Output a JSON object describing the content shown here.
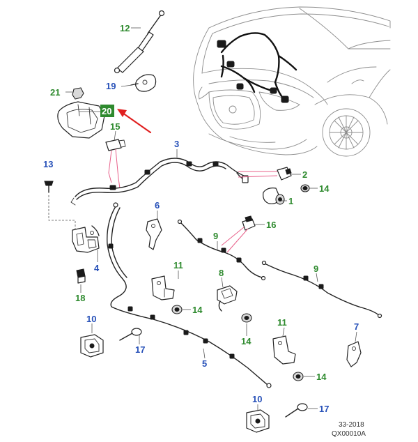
{
  "callouts": [
    {
      "id": "c12",
      "number": "12",
      "color": "green"
    },
    {
      "id": "c19",
      "number": "19",
      "color": "blue"
    },
    {
      "id": "c21",
      "number": "21",
      "color": "green"
    },
    {
      "id": "c20",
      "number": "20",
      "color": "green-badge"
    },
    {
      "id": "c15",
      "number": "15",
      "color": "green"
    },
    {
      "id": "c3",
      "number": "3",
      "color": "blue"
    },
    {
      "id": "c2",
      "number": "2",
      "color": "green"
    },
    {
      "id": "c14a",
      "number": "14",
      "color": "green"
    },
    {
      "id": "c1",
      "number": "1",
      "color": "green"
    },
    {
      "id": "c13",
      "number": "13",
      "color": "blue"
    },
    {
      "id": "c6",
      "number": "6",
      "color": "blue"
    },
    {
      "id": "c16",
      "number": "16",
      "color": "green"
    },
    {
      "id": "c9a",
      "number": "9",
      "color": "green"
    },
    {
      "id": "c4",
      "number": "4",
      "color": "blue"
    },
    {
      "id": "c11a",
      "number": "11",
      "color": "green"
    },
    {
      "id": "c8",
      "number": "8",
      "color": "green"
    },
    {
      "id": "c9b",
      "number": "9",
      "color": "green"
    },
    {
      "id": "c18",
      "number": "18",
      "color": "green"
    },
    {
      "id": "c14b",
      "number": "14",
      "color": "green"
    },
    {
      "id": "c10a",
      "number": "10",
      "color": "blue"
    },
    {
      "id": "c7",
      "number": "7",
      "color": "blue"
    },
    {
      "id": "c14c",
      "number": "14",
      "color": "green"
    },
    {
      "id": "c11b",
      "number": "11",
      "color": "green"
    },
    {
      "id": "c17a",
      "number": "17",
      "color": "blue"
    },
    {
      "id": "c5",
      "number": "5",
      "color": "blue"
    },
    {
      "id": "c14d",
      "number": "14",
      "color": "green"
    },
    {
      "id": "c10b",
      "number": "10",
      "color": "blue"
    },
    {
      "id": "c17b",
      "number": "17",
      "color": "blue"
    }
  ],
  "reference": {
    "line1": "33-2018",
    "line2": "QX00010A"
  },
  "colors": {
    "green": "#2e8a2e",
    "blue": "#2650b8",
    "pointer": "#e02020",
    "leader_pink": "#e8608a"
  }
}
